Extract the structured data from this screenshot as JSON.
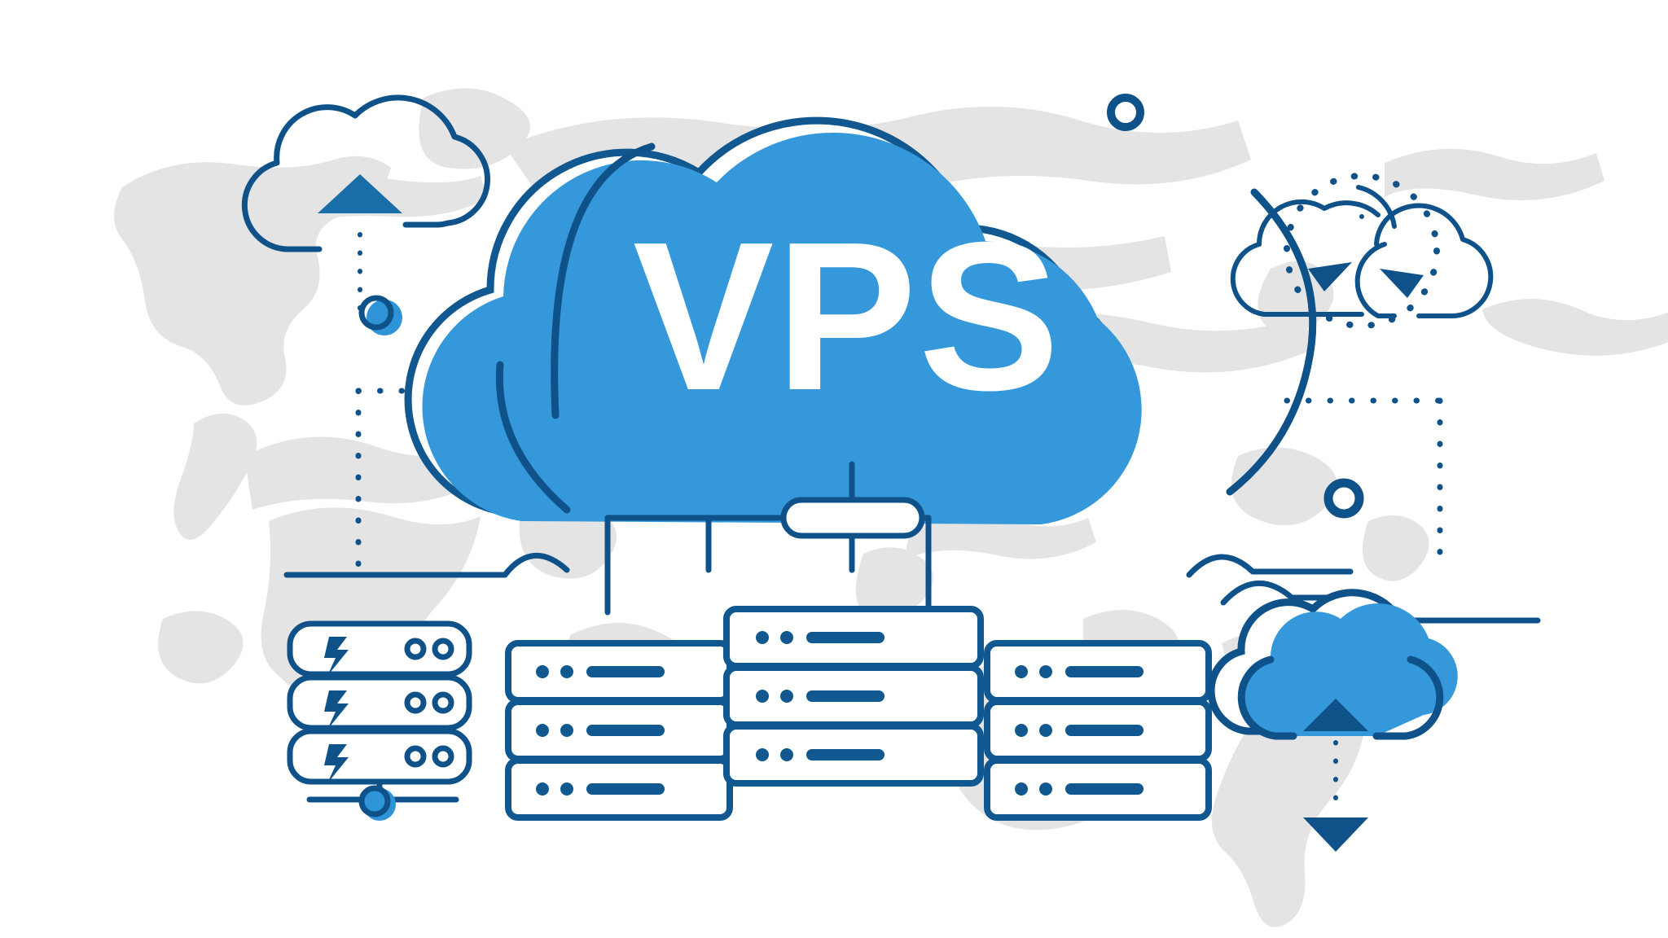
{
  "illustration": {
    "title": "VPS",
    "subject": "vps-cloud-hosting-illustration",
    "main_label": "VPS"
  },
  "colors": {
    "background": "#ffffff",
    "map_grey": "#e4e4e4",
    "cloud_fill": "#3498db",
    "stroke_dark": "#0f5289",
    "stroke_outline": "#10588f",
    "accent_blue": "#2f93d8",
    "label_text": "#ffffff"
  },
  "elements": {
    "main_cloud": {
      "name": "main-cloud",
      "label": "VPS",
      "fill": "#3498db",
      "outline": "#10588f"
    },
    "upload_cloud_top_left": {
      "name": "upload-cloud",
      "arrow": "up",
      "style": "outline"
    },
    "sync_clouds_top_right": {
      "name": "sync-clouds",
      "arrows": [
        "left",
        "right"
      ],
      "style": "outline-dotted-orbit"
    },
    "transfer_cloud_bottom_right": {
      "name": "transfer-cloud",
      "arrows": [
        "up",
        "down"
      ],
      "style": "filled"
    },
    "power_rack_left": {
      "name": "power-server-rack",
      "units": 3,
      "unit_icon": "lightning-bolt",
      "indicator_dots": 2
    },
    "server_stacks_center": [
      {
        "name": "server-stack-left",
        "units": 3
      },
      {
        "name": "server-stack-center",
        "units": 3
      },
      {
        "name": "server-stack-right",
        "units": 3
      }
    ],
    "connector": {
      "name": "cloud-connector-bar",
      "branches": 3
    },
    "rings": [
      {
        "name": "ring-node-top-right"
      },
      {
        "name": "ring-node-mid-right"
      }
    ],
    "nodes": [
      {
        "name": "node-dot-top-left"
      },
      {
        "name": "node-dot-bottom-left"
      }
    ],
    "brackets": [
      {
        "name": "dotted-bracket-left"
      },
      {
        "name": "dotted-bracket-right"
      }
    ],
    "baselines": [
      {
        "name": "baseline-left-upper"
      },
      {
        "name": "baseline-left-lower"
      },
      {
        "name": "baseline-right-upper"
      },
      {
        "name": "baseline-right-lower"
      }
    ]
  }
}
